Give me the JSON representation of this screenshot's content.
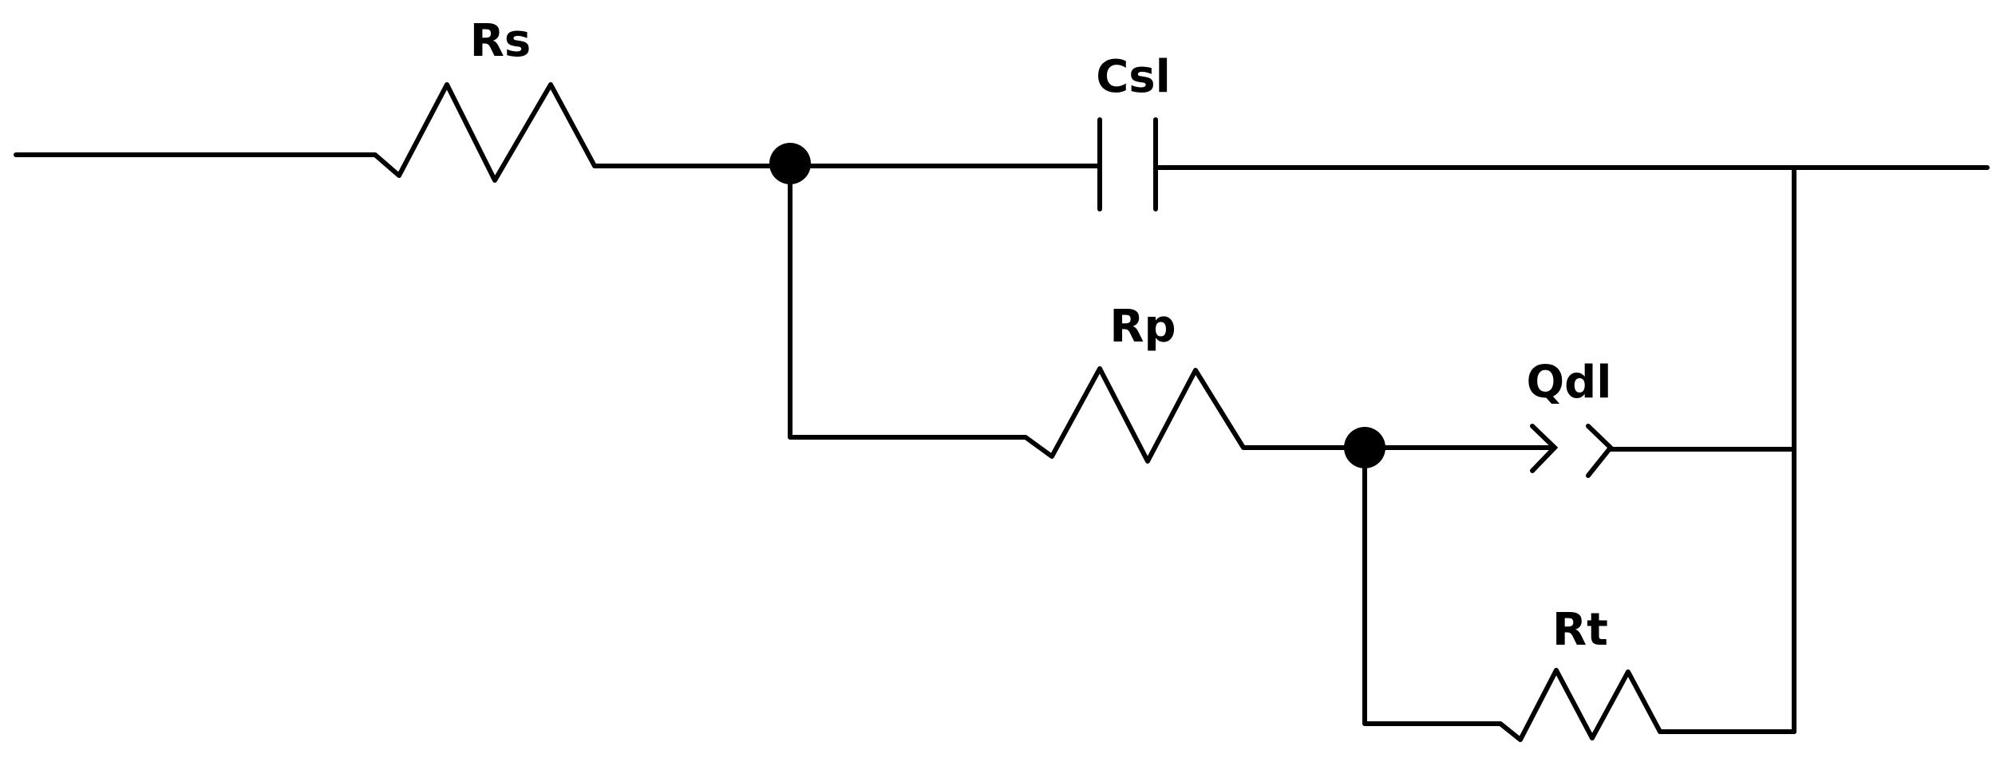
{
  "diagram": {
    "components": [
      {
        "id": "rs",
        "type": "resistor",
        "label": "Rs"
      },
      {
        "id": "csl",
        "type": "capacitor",
        "label": "Csl"
      },
      {
        "id": "rp",
        "type": "resistor",
        "label": "Rp"
      },
      {
        "id": "qdl",
        "type": "constant-phase-element",
        "label": "Qdl"
      },
      {
        "id": "rt",
        "type": "resistor",
        "label": "Rt"
      }
    ],
    "colors": {
      "stroke": "#000000",
      "background": "#ffffff"
    }
  }
}
